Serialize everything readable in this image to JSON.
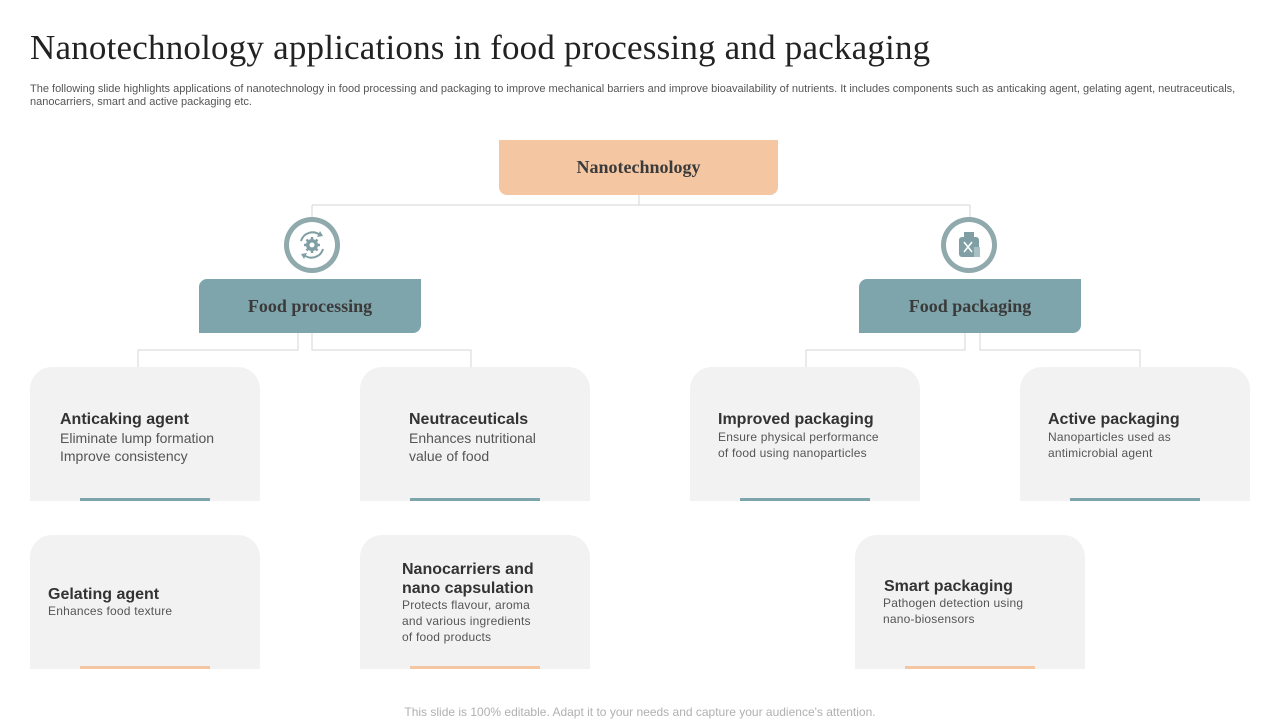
{
  "title": "Nanotechnology applications in food processing and packaging",
  "subtitle": "The following  slide highlights applications of nanotechnology in food processing and packaging  to improve mechanical barriers and improve bioavailability of nutrients. It includes components such as anticaking agent, gelating agent, neutraceuticals, nanocarriers, smart and active packaging etc.",
  "root": {
    "label": "Nanotechnology"
  },
  "branches": {
    "processing": {
      "label": "Food processing",
      "icon": "gear-cycle-icon"
    },
    "packaging": {
      "label": "Food packaging",
      "icon": "food-package-icon"
    }
  },
  "cards": {
    "anticaking": {
      "title": "Anticaking agent",
      "lines": [
        "Eliminate lump formation",
        "Improve consistency"
      ]
    },
    "neutraceuticals": {
      "title": "Neutraceuticals",
      "lines": [
        "Enhances nutritional",
        "value of food"
      ]
    },
    "improved_packaging": {
      "title": "Improved packaging",
      "lines": [
        "Ensure physical performance",
        "of food using nanoparticles"
      ]
    },
    "active_packaging": {
      "title": "Active packaging",
      "lines": [
        "Nanoparticles used as",
        "antimicrobial agent"
      ]
    },
    "gelating": {
      "title": "Gelating agent",
      "lines": [
        "Enhances food texture"
      ]
    },
    "nanocarriers": {
      "title_lines": [
        "Nanocarriers and",
        "nano capsulation"
      ],
      "lines": [
        "Protects flavour,  aroma",
        "and various  ingredients",
        "of food products"
      ]
    },
    "smart_packaging": {
      "title": "Smart packaging",
      "lines": [
        "Pathogen detection using",
        "nano-biosensors"
      ]
    }
  },
  "colors": {
    "root": "#f4c6a2",
    "branch": "#7fa5ac",
    "card": "#f2f2f2",
    "accent_peach": "#f4c6a2",
    "accent_teal": "#7fa5ac"
  },
  "footer": "This slide is 100% editable. Adapt it to your needs and capture your audience's attention."
}
